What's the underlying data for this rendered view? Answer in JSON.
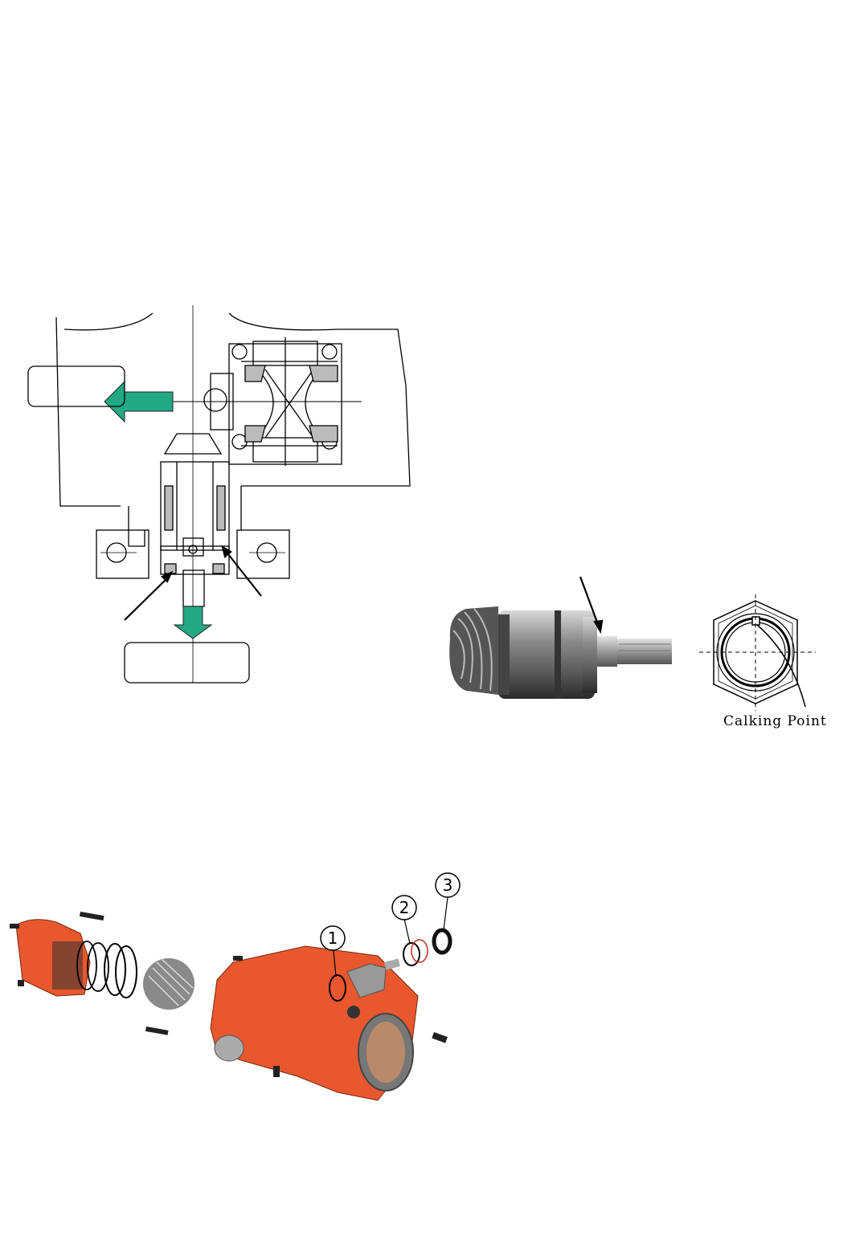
{
  "nut_figure": {
    "caption": "Calking Point"
  },
  "exploded_view": {
    "callouts": [
      "1",
      "2",
      "3"
    ]
  },
  "colors": {
    "arrow_green": "#22a884",
    "housing_orange": "#e8572e",
    "line": "#000000"
  }
}
